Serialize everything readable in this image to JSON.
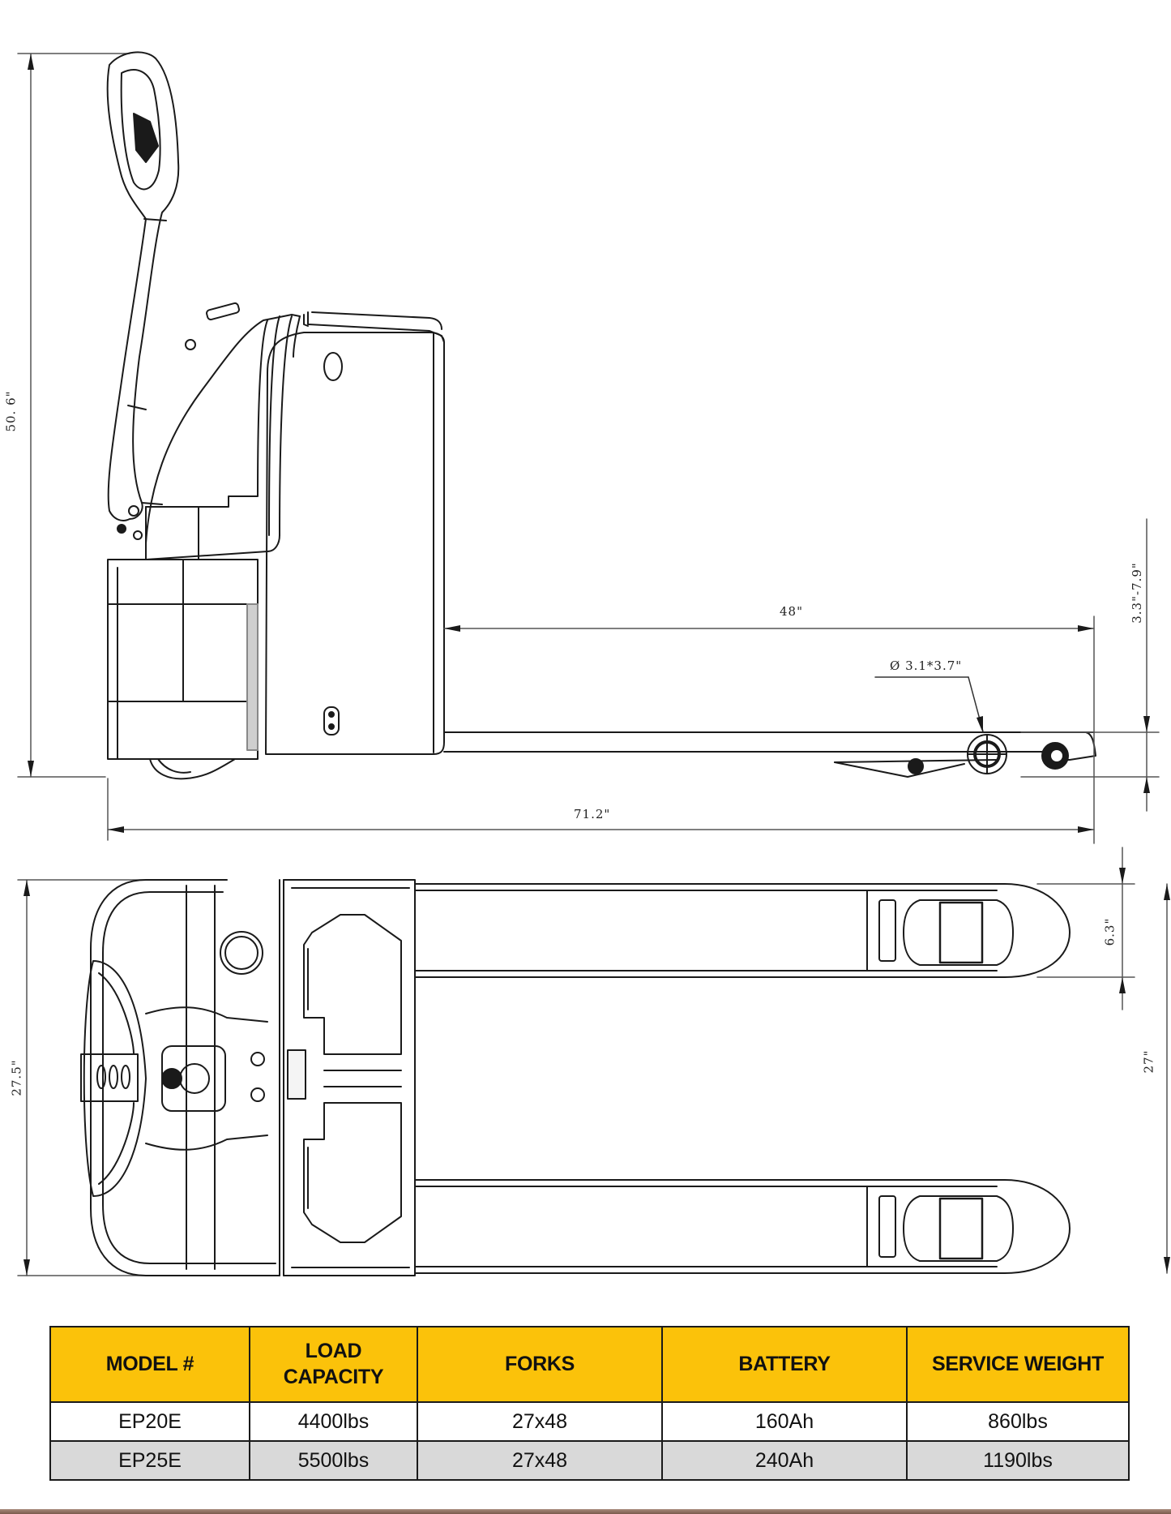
{
  "diagram": {
    "subject": "Electric pallet jack technical drawing",
    "views": [
      "side-view",
      "top-view"
    ],
    "side_view": {
      "dimensions": {
        "overall_height": "50. 6\"",
        "fork_length": "48\"",
        "fork_height_range": "3.3\"-7.9\"",
        "wheel_diameter": "Ø 3.1*3.7\"",
        "overall_length": "71.2\""
      }
    },
    "top_view": {
      "dimensions": {
        "overall_width": "27.5\"",
        "fork_width": "6.3\"",
        "outer_fork_spread": "27\""
      }
    }
  },
  "spec_table": {
    "headers": [
      "MODEL #",
      "LOAD\nCAPACITY",
      "FORKS",
      "BATTERY",
      "SERVICE WEIGHT"
    ],
    "header_lines": {
      "model": "MODEL #",
      "load_1": "LOAD",
      "load_2": "CAPACITY",
      "forks": "FORKS",
      "battery": "BATTERY",
      "weight": "SERVICE WEIGHT"
    },
    "rows": [
      {
        "model": "EP20E",
        "load_capacity": "4400lbs",
        "forks": "27x48",
        "battery": "160Ah",
        "service_weight": "860lbs"
      },
      {
        "model": "EP25E",
        "load_capacity": "5500lbs",
        "forks": "27x48",
        "battery": "240Ah",
        "service_weight": "1190lbs"
      }
    ],
    "colors": {
      "header_bg": "#fbc20a",
      "row_alt_bg": "#d9d9d9",
      "border": "#1a1a1a"
    }
  }
}
